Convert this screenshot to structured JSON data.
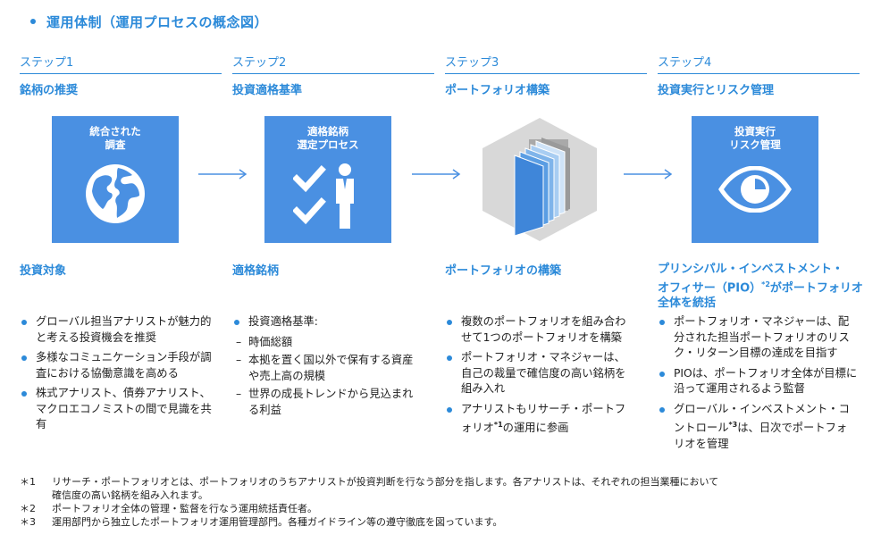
{
  "title": "運用体制（運用プロセスの概念図）",
  "steps": [
    {
      "step": "ステップ1",
      "subtitle": "銘柄の推奨",
      "box_lines": [
        "統合された",
        "調査"
      ],
      "icon": "globe-icon",
      "head": "投資対象",
      "items": [
        {
          "type": "bullet",
          "text": "グローバル担当アナリストが魅力的と考える投資機会を推奨"
        },
        {
          "type": "bullet",
          "text": "多様なコミュニケーション手段が調査における協働意識を高める"
        },
        {
          "type": "bullet",
          "text": "株式アナリスト、債券アナリスト、マクロエコノミストの間で見識を共有"
        }
      ]
    },
    {
      "step": "ステップ2",
      "subtitle": "投資適格基準",
      "box_lines": [
        "適格銘柄",
        "選定プロセス"
      ],
      "icon": "checklist-person-icon",
      "head": "適格銘柄",
      "items": [
        {
          "type": "bullet",
          "text": "投資適格基準:"
        },
        {
          "type": "dash",
          "text": "時価総額"
        },
        {
          "type": "dash",
          "text": "本拠を置く国以外で保有する資産や売上高の規模"
        },
        {
          "type": "dash",
          "text": "世界の成長トレンドから見込まれる利益"
        }
      ]
    },
    {
      "step": "ステップ3",
      "subtitle": "ポートフォリオ構築",
      "box_lines": [],
      "icon": "stacked-layers-icon",
      "head": "ポートフォリオの構築",
      "items": [
        {
          "type": "bullet",
          "text": "複数のポートフォリオを組み合わせて1つのポートフォリオを構築"
        },
        {
          "type": "bullet",
          "text": "ポートフォリオ・マネジャーは、自己の裁量で確信度の高い銘柄を組み入れ"
        },
        {
          "type": "bullet",
          "text": "アナリストもリサーチ・ポートフォリオ",
          "sup": "*1",
          "tail": "の運用に参画"
        }
      ]
    },
    {
      "step": "ステップ4",
      "subtitle": "投資実行とリスク管理",
      "box_lines": [
        "投資実行",
        "リスク管理"
      ],
      "icon": "eye-icon",
      "head_lines": [
        "プリンシパル・インベストメント・",
        "オフィサー（PIO）",
        "*2",
        "がポートフォリオ",
        "全体を統括"
      ],
      "items": [
        {
          "type": "bullet",
          "text": "ポートフォリオ・マネジャーは、配分された担当ポートフォリオのリスク・リターン目標の達成を目指す"
        },
        {
          "type": "bullet",
          "text": "PIOは、ポートフォリオ全体が目標に沿って運用されるよう監督"
        },
        {
          "type": "bullet",
          "text": "グローバル・インベストメント・コントロール",
          "sup": "*3",
          "tail": "は、日次でポートフォリオを管理"
        }
      ]
    }
  ],
  "notes": [
    {
      "mark": "＊1",
      "lines": [
        "リサーチ・ポートフォリオとは、ポートフォリオのうちアナリストが投資判断を行なう部分を指します。各アナリストは、それぞれの担当業種において",
        "確信度の高い銘柄を組み入れます。"
      ]
    },
    {
      "mark": "＊2",
      "lines": [
        "ポートフォリオ全体の管理・監督を行なう運用統括責任者。"
      ]
    },
    {
      "mark": "＊3",
      "lines": [
        "運用部門から独立したポートフォリオ運用管理部門。各種ガイドライン等の遵守徹底を図っています。"
      ]
    }
  ],
  "colors": {
    "accent": "#2c8ad9",
    "box": "#4a90e2"
  }
}
